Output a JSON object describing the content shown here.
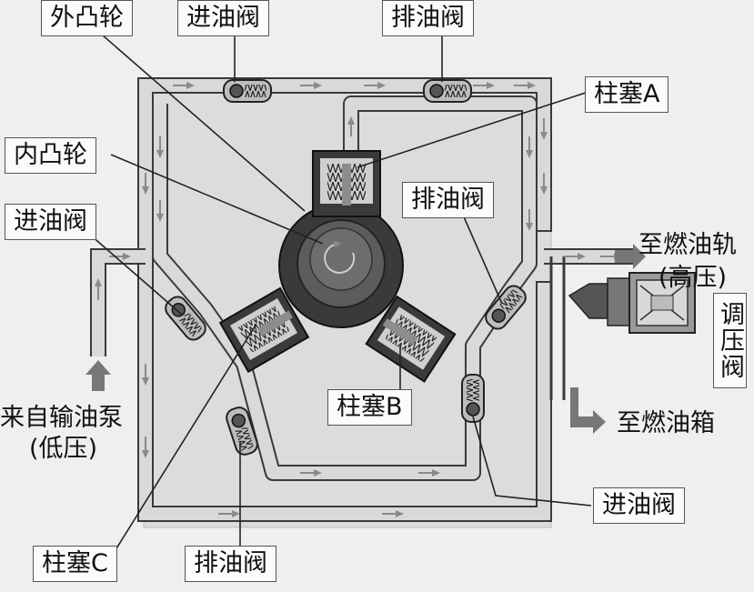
{
  "labels": {
    "outer_cam": "外凸轮",
    "inlet_valve_top": "进油阀",
    "outlet_valve_top": "排油阀",
    "plunger_a": "柱塞A",
    "inner_cam": "内凸轮",
    "inlet_valve_left": "进油阀",
    "outlet_valve_right": "排油阀",
    "to_fuel_rail": "至燃油轨",
    "high_pressure": "(高压)",
    "pressure_regulator": "调压阀",
    "from_feed_pump": "来自输油泵",
    "low_pressure": "(低压)",
    "plunger_b": "柱塞B",
    "to_fuel_tank": "至燃油箱",
    "inlet_valve_bottom": "进油阀",
    "plunger_c": "柱塞C",
    "outlet_valve_bottom": "排油阀"
  },
  "colors": {
    "pipe_fill": "#d9d9d9",
    "pipe_edge": "#3a3a3a",
    "housing": "#c4c4c4",
    "cam_outer": "#3c3c3c",
    "cam_inner": "#6a6a6a",
    "arrow": "#8a8a8a"
  }
}
